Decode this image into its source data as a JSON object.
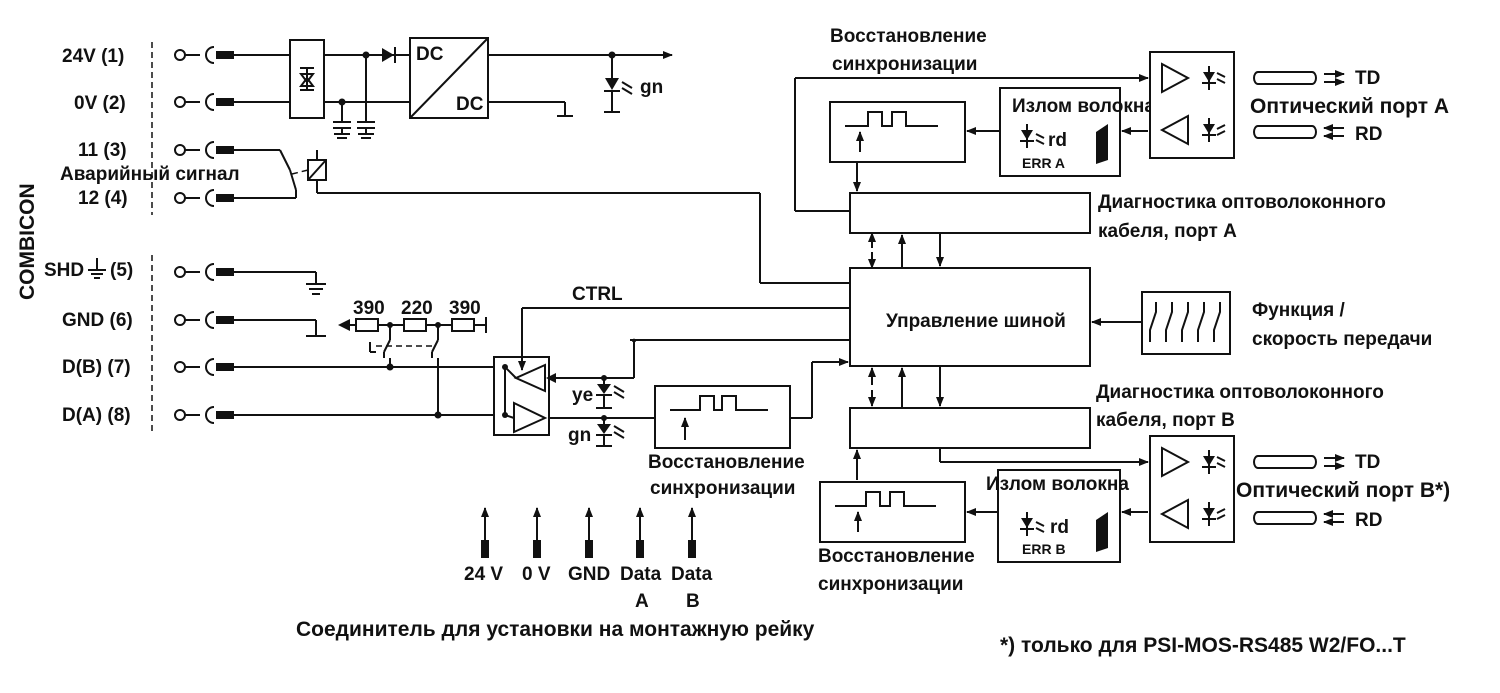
{
  "terminals": [
    {
      "label": "24V (1)"
    },
    {
      "label": "0V (2)"
    },
    {
      "label": "11 (3)"
    },
    {
      "label": "12 (4)"
    },
    {
      "label": "SHD"
    },
    {
      "label": "(5)"
    },
    {
      "label": "GND (6)"
    },
    {
      "label": "D(B) (7)"
    },
    {
      "label": "D(A) (8)"
    }
  ],
  "combicon": "COMBICON",
  "alarm_label": "Аварийный сигнал",
  "dc_top": "DC",
  "dc_bottom": "DC",
  "led_gn_power": "gn",
  "resistors": [
    "390",
    "220",
    "390"
  ],
  "ctrl_label": "CTRL",
  "led_ye": "ye",
  "led_gn": "gn",
  "sync_recovery": {
    "top": [
      "Восстановление",
      "синхронизации"
    ],
    "middle": [
      "Восстановление",
      "синхронизации"
    ],
    "bottom": [
      "Восстановление",
      "синхронизации"
    ]
  },
  "fiber_break": {
    "a": {
      "title": "Излом волокна",
      "led": "rd",
      "err": "ERR A"
    },
    "b": {
      "title": "Излом волокна",
      "led": "rd",
      "err": "ERR B"
    }
  },
  "diag": {
    "a": [
      "Диагностика оптоволоконного",
      "кабеля, порт A"
    ],
    "b": [
      "Диагностика оптоволоконного",
      "кабеля, порт B"
    ]
  },
  "bus_control": "Управление шиной",
  "function": [
    "Функция /",
    "скорость передачи"
  ],
  "port_a": {
    "title": "Оптический порт A",
    "td": "TD",
    "rd": "RD"
  },
  "port_b": {
    "title": "Оптический порт B*)",
    "td": "TD",
    "rd": "RD"
  },
  "rail_pins": [
    "24 V",
    "0 V",
    "GND",
    "Data",
    "Data"
  ],
  "rail_pin_sub": [
    "A",
    "B"
  ],
  "rail_connector_label": "Соединитель для установки на монтажную рейку",
  "footnote": "*) только для PSI-MOS-RS485 W2/FO...T"
}
